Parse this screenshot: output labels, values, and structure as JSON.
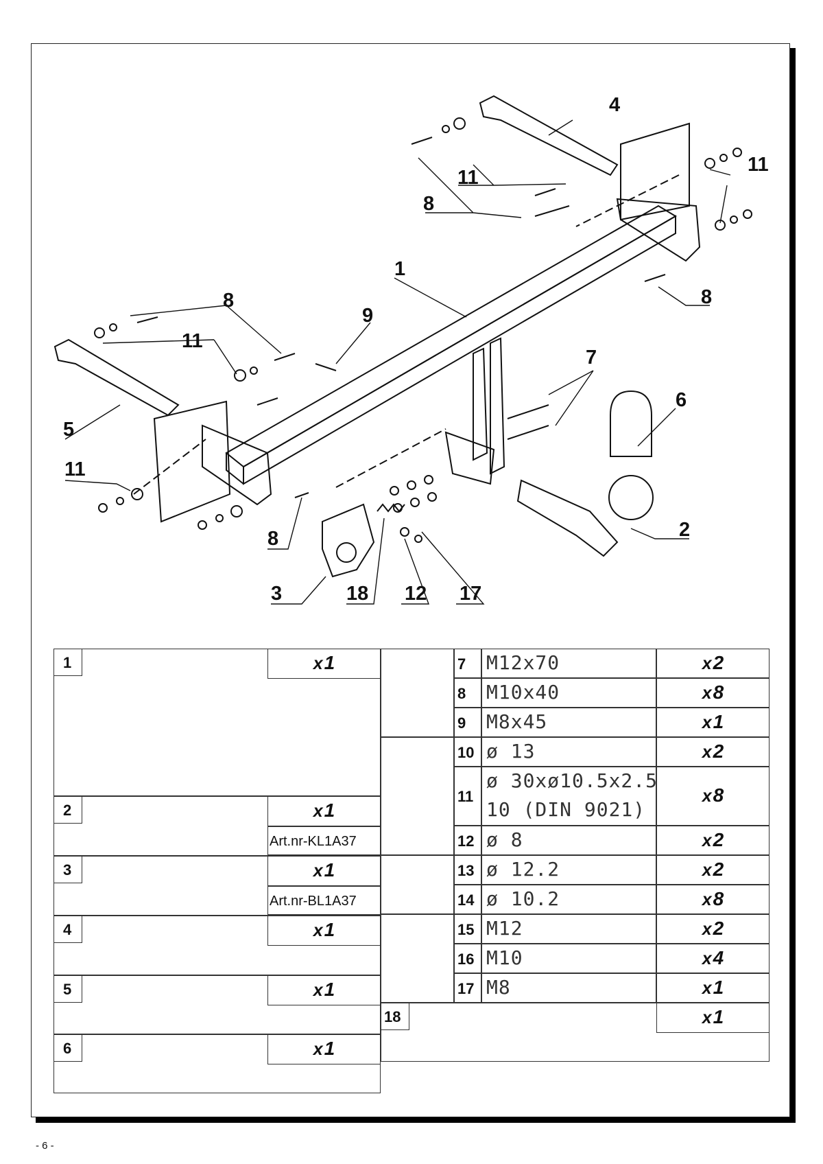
{
  "page_number": "- 6 -",
  "callouts": [
    {
      "id": "c4",
      "label": "4"
    },
    {
      "id": "c11a",
      "label": "11"
    },
    {
      "id": "c11b",
      "label": "11"
    },
    {
      "id": "c8a",
      "label": "8"
    },
    {
      "id": "c1",
      "label": "1"
    },
    {
      "id": "c8b",
      "label": "8"
    },
    {
      "id": "c9",
      "label": "9"
    },
    {
      "id": "c8c",
      "label": "8"
    },
    {
      "id": "c11c",
      "label": "11"
    },
    {
      "id": "c7",
      "label": "7"
    },
    {
      "id": "c6",
      "label": "6"
    },
    {
      "id": "c5",
      "label": "5"
    },
    {
      "id": "c11d",
      "label": "11"
    },
    {
      "id": "c8d",
      "label": "8"
    },
    {
      "id": "c2",
      "label": "2"
    },
    {
      "id": "c3",
      "label": "3"
    },
    {
      "id": "c18",
      "label": "18"
    },
    {
      "id": "c12",
      "label": "12"
    },
    {
      "id": "c17",
      "label": "17"
    }
  ],
  "parts_left": [
    {
      "num": "1",
      "qty_x": "x",
      "qty": "1",
      "art": ""
    },
    {
      "num": "2",
      "qty_x": "x",
      "qty": "1",
      "art": "Art.nr-KL1A37"
    },
    {
      "num": "3",
      "qty_x": "x",
      "qty": "1",
      "art": "Art.nr-BL1A37"
    },
    {
      "num": "4",
      "qty_x": "x",
      "qty": "1",
      "art": ""
    },
    {
      "num": "5",
      "qty_x": "x",
      "qty": "1",
      "art": ""
    },
    {
      "num": "6",
      "qty_x": "x",
      "qty": "1",
      "art": ""
    }
  ],
  "parts_right": [
    {
      "num": "7",
      "spec": "M12x70",
      "qty_x": "x",
      "qty": "2"
    },
    {
      "num": "8",
      "spec": "M10x40",
      "qty_x": "x",
      "qty": "8"
    },
    {
      "num": "9",
      "spec": "M8x45",
      "qty_x": "x",
      "qty": "1"
    },
    {
      "num": "10",
      "spec": "ø 13",
      "qty_x": "x",
      "qty": "2"
    },
    {
      "num": "11",
      "spec": "ø 30xø10.5x2.5",
      "spec2": "10  (DIN 9021)",
      "qty_x": "x",
      "qty": "8"
    },
    {
      "num": "12",
      "spec": "ø 8",
      "qty_x": "x",
      "qty": "2"
    },
    {
      "num": "13",
      "spec": "ø 12.2",
      "qty_x": "x",
      "qty": "2"
    },
    {
      "num": "14",
      "spec": "ø 10.2",
      "qty_x": "x",
      "qty": "8"
    },
    {
      "num": "15",
      "spec": "M12",
      "qty_x": "x",
      "qty": "2"
    },
    {
      "num": "16",
      "spec": "M10",
      "qty_x": "x",
      "qty": "4"
    },
    {
      "num": "17",
      "spec": "M8",
      "qty_x": "x",
      "qty": "1"
    },
    {
      "num": "18",
      "qty_x": "x",
      "qty": "1"
    }
  ]
}
